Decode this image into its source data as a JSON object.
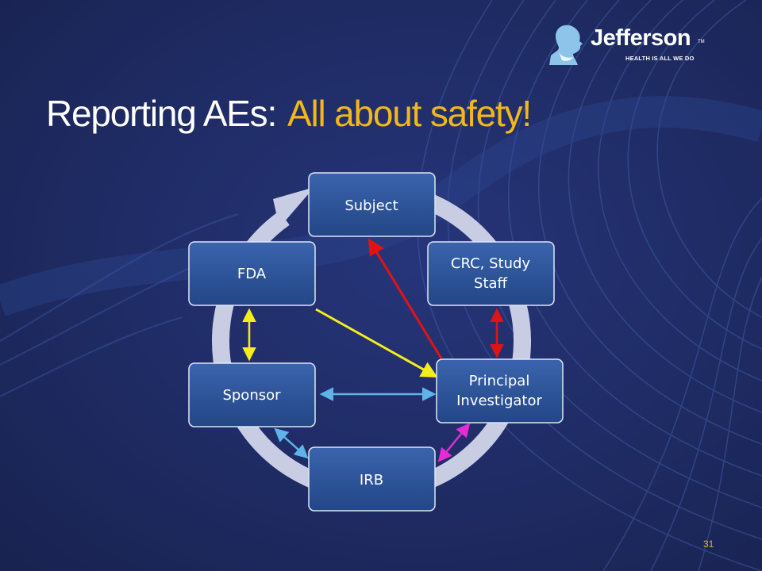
{
  "slide": {
    "title_main": "Reporting AEs:",
    "title_accent": "All about safety!",
    "page_number": "31"
  },
  "logo": {
    "name": "Jefferson",
    "trademark": "TM",
    "tagline": "HEALTH IS ALL WE DO"
  },
  "diagram": {
    "nodes": {
      "subject": "Subject",
      "crc_line1": "CRC, Study",
      "crc_line2": "Staff",
      "pi_line1": "Principal",
      "pi_line2": "Investigator",
      "irb": "IRB",
      "sponsor": "Sponsor",
      "fda": "FDA"
    }
  },
  "colors": {
    "background": "#1f2b66",
    "title_accent": "#f2b81b",
    "node_fill": "#2f5496",
    "cycle_ring": "#c9cde4",
    "arrow_red": "#e01414",
    "arrow_yellow": "#f5ee1a",
    "arrow_blue": "#5fb3e6",
    "arrow_magenta": "#e52bd4"
  }
}
